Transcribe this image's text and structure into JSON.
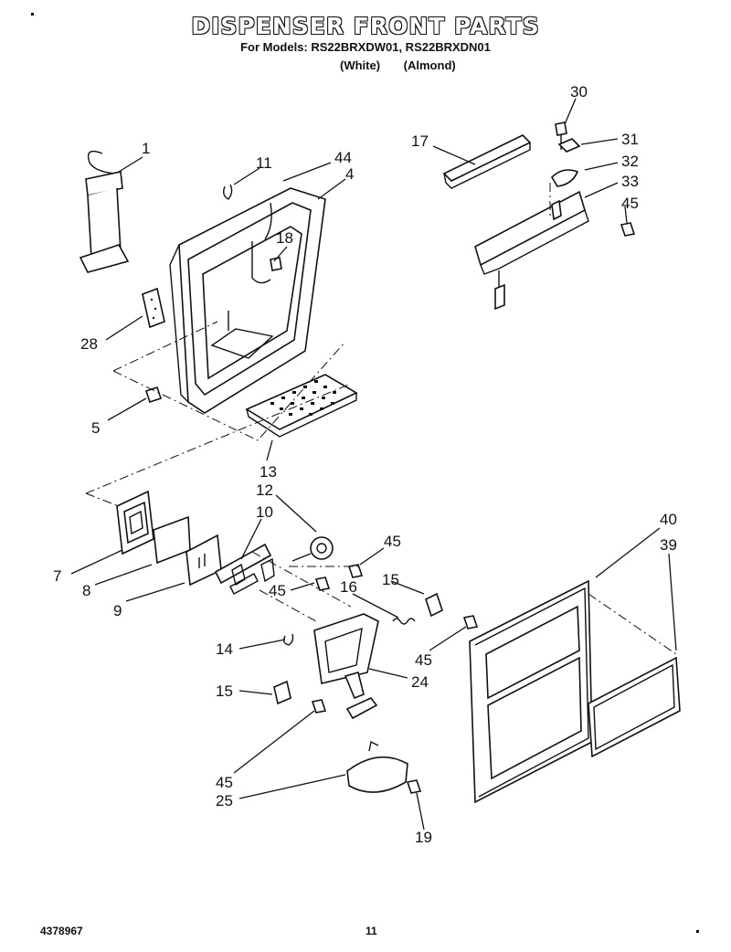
{
  "header": {
    "title": "DISPENSER FRONT PARTS",
    "subtitle": "For Models: RS22BRXDW01, RS22BRXDN01",
    "variant_white": "(White)",
    "variant_almond": "(Almond)"
  },
  "footer": {
    "doc_number": "4378967",
    "page_number": "11"
  },
  "callouts": [
    {
      "id": "c1",
      "label": "1"
    },
    {
      "id": "c11",
      "label": "11"
    },
    {
      "id": "c44",
      "label": "44"
    },
    {
      "id": "c4",
      "label": "4"
    },
    {
      "id": "c18",
      "label": "18"
    },
    {
      "id": "c28",
      "label": "28"
    },
    {
      "id": "c5",
      "label": "5"
    },
    {
      "id": "c13",
      "label": "13"
    },
    {
      "id": "c17",
      "label": "17"
    },
    {
      "id": "c30",
      "label": "30"
    },
    {
      "id": "c31",
      "label": "31"
    },
    {
      "id": "c32",
      "label": "32"
    },
    {
      "id": "c33",
      "label": "33"
    },
    {
      "id": "c45a",
      "label": "45"
    },
    {
      "id": "c12",
      "label": "12"
    },
    {
      "id": "c10",
      "label": "10"
    },
    {
      "id": "c45b",
      "label": "45"
    },
    {
      "id": "c45c",
      "label": "45"
    },
    {
      "id": "c16",
      "label": "16"
    },
    {
      "id": "c15a",
      "label": "15"
    },
    {
      "id": "c7",
      "label": "7"
    },
    {
      "id": "c8",
      "label": "8"
    },
    {
      "id": "c9",
      "label": "9"
    },
    {
      "id": "c14",
      "label": "14"
    },
    {
      "id": "c45d",
      "label": "45"
    },
    {
      "id": "c24",
      "label": "24"
    },
    {
      "id": "c15b",
      "label": "15"
    },
    {
      "id": "c45e",
      "label": "45"
    },
    {
      "id": "c25",
      "label": "25"
    },
    {
      "id": "c19",
      "label": "19"
    },
    {
      "id": "c40",
      "label": "40"
    },
    {
      "id": "c39",
      "label": "39"
    }
  ]
}
